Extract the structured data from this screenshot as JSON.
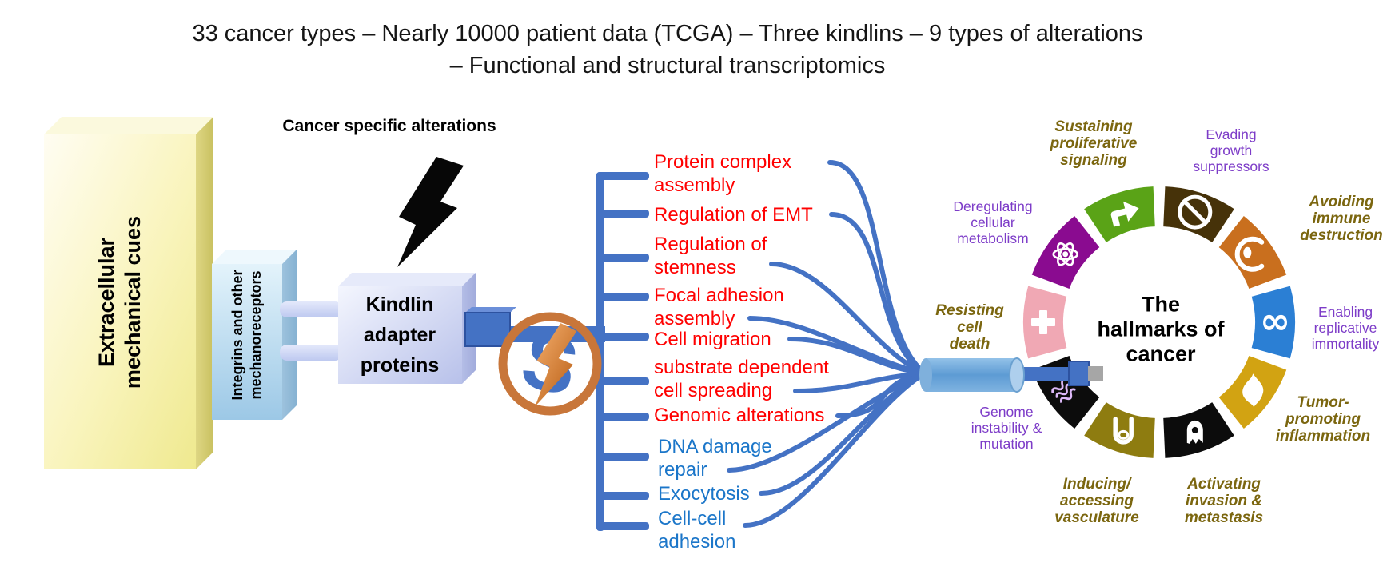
{
  "title": {
    "line1": "33 cancer types – Nearly 10000 patient data (TCGA) – Three kindlins – 9 types of alterations",
    "line2": "– Functional and structural transcriptomics"
  },
  "left_pipeline": {
    "extracellular_label": [
      "Extracellular",
      "mechanical cues"
    ],
    "integrins_label": [
      "Integrins and other",
      "mechanoreceptors"
    ],
    "kindlin_label": [
      "Kindlin",
      "adapter",
      "proteins"
    ],
    "cancer_alterations_label": "Cancer specific alterations",
    "icons": {
      "bolt": "lightning-bolt-icon",
      "altered_kindlin_logo": "bolt-in-ring-icon"
    },
    "colors": {
      "extracellular_face": "#f6f1a6",
      "integrins_face": "#a9cfe9",
      "kindlin_face": "#c7cfef",
      "connector_blue": "#4472c4"
    }
  },
  "functions": {
    "colors": {
      "red": "#ff0000",
      "blue": "#1b76c9",
      "bracket": "#4472c4"
    },
    "items": [
      {
        "lines": [
          "Protein complex",
          "assembly"
        ],
        "color": "red"
      },
      {
        "lines": [
          "Regulation of EMT"
        ],
        "color": "red"
      },
      {
        "lines": [
          "Regulation of",
          "stemness"
        ],
        "color": "red"
      },
      {
        "lines": [
          "Focal adhesion",
          "assembly"
        ],
        "color": "red"
      },
      {
        "lines": [
          "Cell migration"
        ],
        "color": "red"
      },
      {
        "lines": [
          "substrate dependent",
          "cell  spreading"
        ],
        "color": "red"
      },
      {
        "lines": [
          "Genomic alterations"
        ],
        "color": "red"
      },
      {
        "lines": [
          "DNA damage",
          "repair"
        ],
        "color": "blue"
      },
      {
        "lines": [
          "Exocytosis"
        ],
        "color": "blue"
      },
      {
        "lines": [
          "Cell-cell",
          "adhesion"
        ],
        "color": "blue"
      }
    ]
  },
  "hallmarks": {
    "center_label": [
      "The",
      "hallmarks of",
      "cancer"
    ],
    "label_colors": {
      "gold": "#7b660f",
      "purple": "#7d3cc8"
    },
    "pipe_colors": {
      "cylinder": "#6fa8dc",
      "bar": "#4472c4",
      "tip": "#a6a6a6"
    },
    "segments": [
      {
        "id": "evading-growth-suppressors",
        "label": [
          "Evading",
          "growth",
          "suppressors"
        ],
        "style": "purple",
        "color": "#463209",
        "icon": "no-entry-icon"
      },
      {
        "id": "avoiding-immune-destruction",
        "label": [
          "Avoiding",
          "immune",
          "destruction"
        ],
        "style": "gold",
        "color": "#c96f1e",
        "icon": "immune-cell-icon"
      },
      {
        "id": "enabling-replicative-immortality",
        "label": [
          "Enabling",
          "replicative",
          "immortality"
        ],
        "style": "purple",
        "color": "#2b7fd4",
        "icon": "infinity-icon"
      },
      {
        "id": "tumor-promoting-inflammation",
        "label": [
          "Tumor-",
          "promoting",
          "inflammation"
        ],
        "style": "gold",
        "color": "#d2a312",
        "icon": "flame-icon"
      },
      {
        "id": "activating-invasion-metastasis",
        "label": [
          "Activating",
          "invasion &",
          "metastasis"
        ],
        "style": "gold",
        "color": "#0c0c0c",
        "icon": "rocket-icon"
      },
      {
        "id": "inducing-accessing-vasculature",
        "label": [
          "Inducing/",
          "accessing",
          "vasculature"
        ],
        "style": "gold",
        "color": "#8e7c10",
        "icon": "vasculature-icon"
      },
      {
        "id": "genome-instability-mutation",
        "label": [
          "Genome",
          "instability &",
          "mutation"
        ],
        "style": "purple",
        "color": "#0c0c0c",
        "icon": "dna-icon"
      },
      {
        "id": "resisting-cell-death",
        "label": [
          "Resisting",
          "cell",
          "death"
        ],
        "style": "gold",
        "color": "#f0a8b4",
        "icon": "cross-icon"
      },
      {
        "id": "deregulating-cellular-metabolism",
        "label": [
          "Deregulating",
          "cellular",
          "metabolism"
        ],
        "style": "purple",
        "color": "#8a0b90",
        "icon": "atom-icon"
      },
      {
        "id": "sustaining-proliferative-signaling",
        "label": [
          "Sustaining",
          "proliferative",
          "signaling"
        ],
        "style": "gold",
        "color": "#5aa317",
        "icon": "arrow-icon"
      }
    ]
  }
}
